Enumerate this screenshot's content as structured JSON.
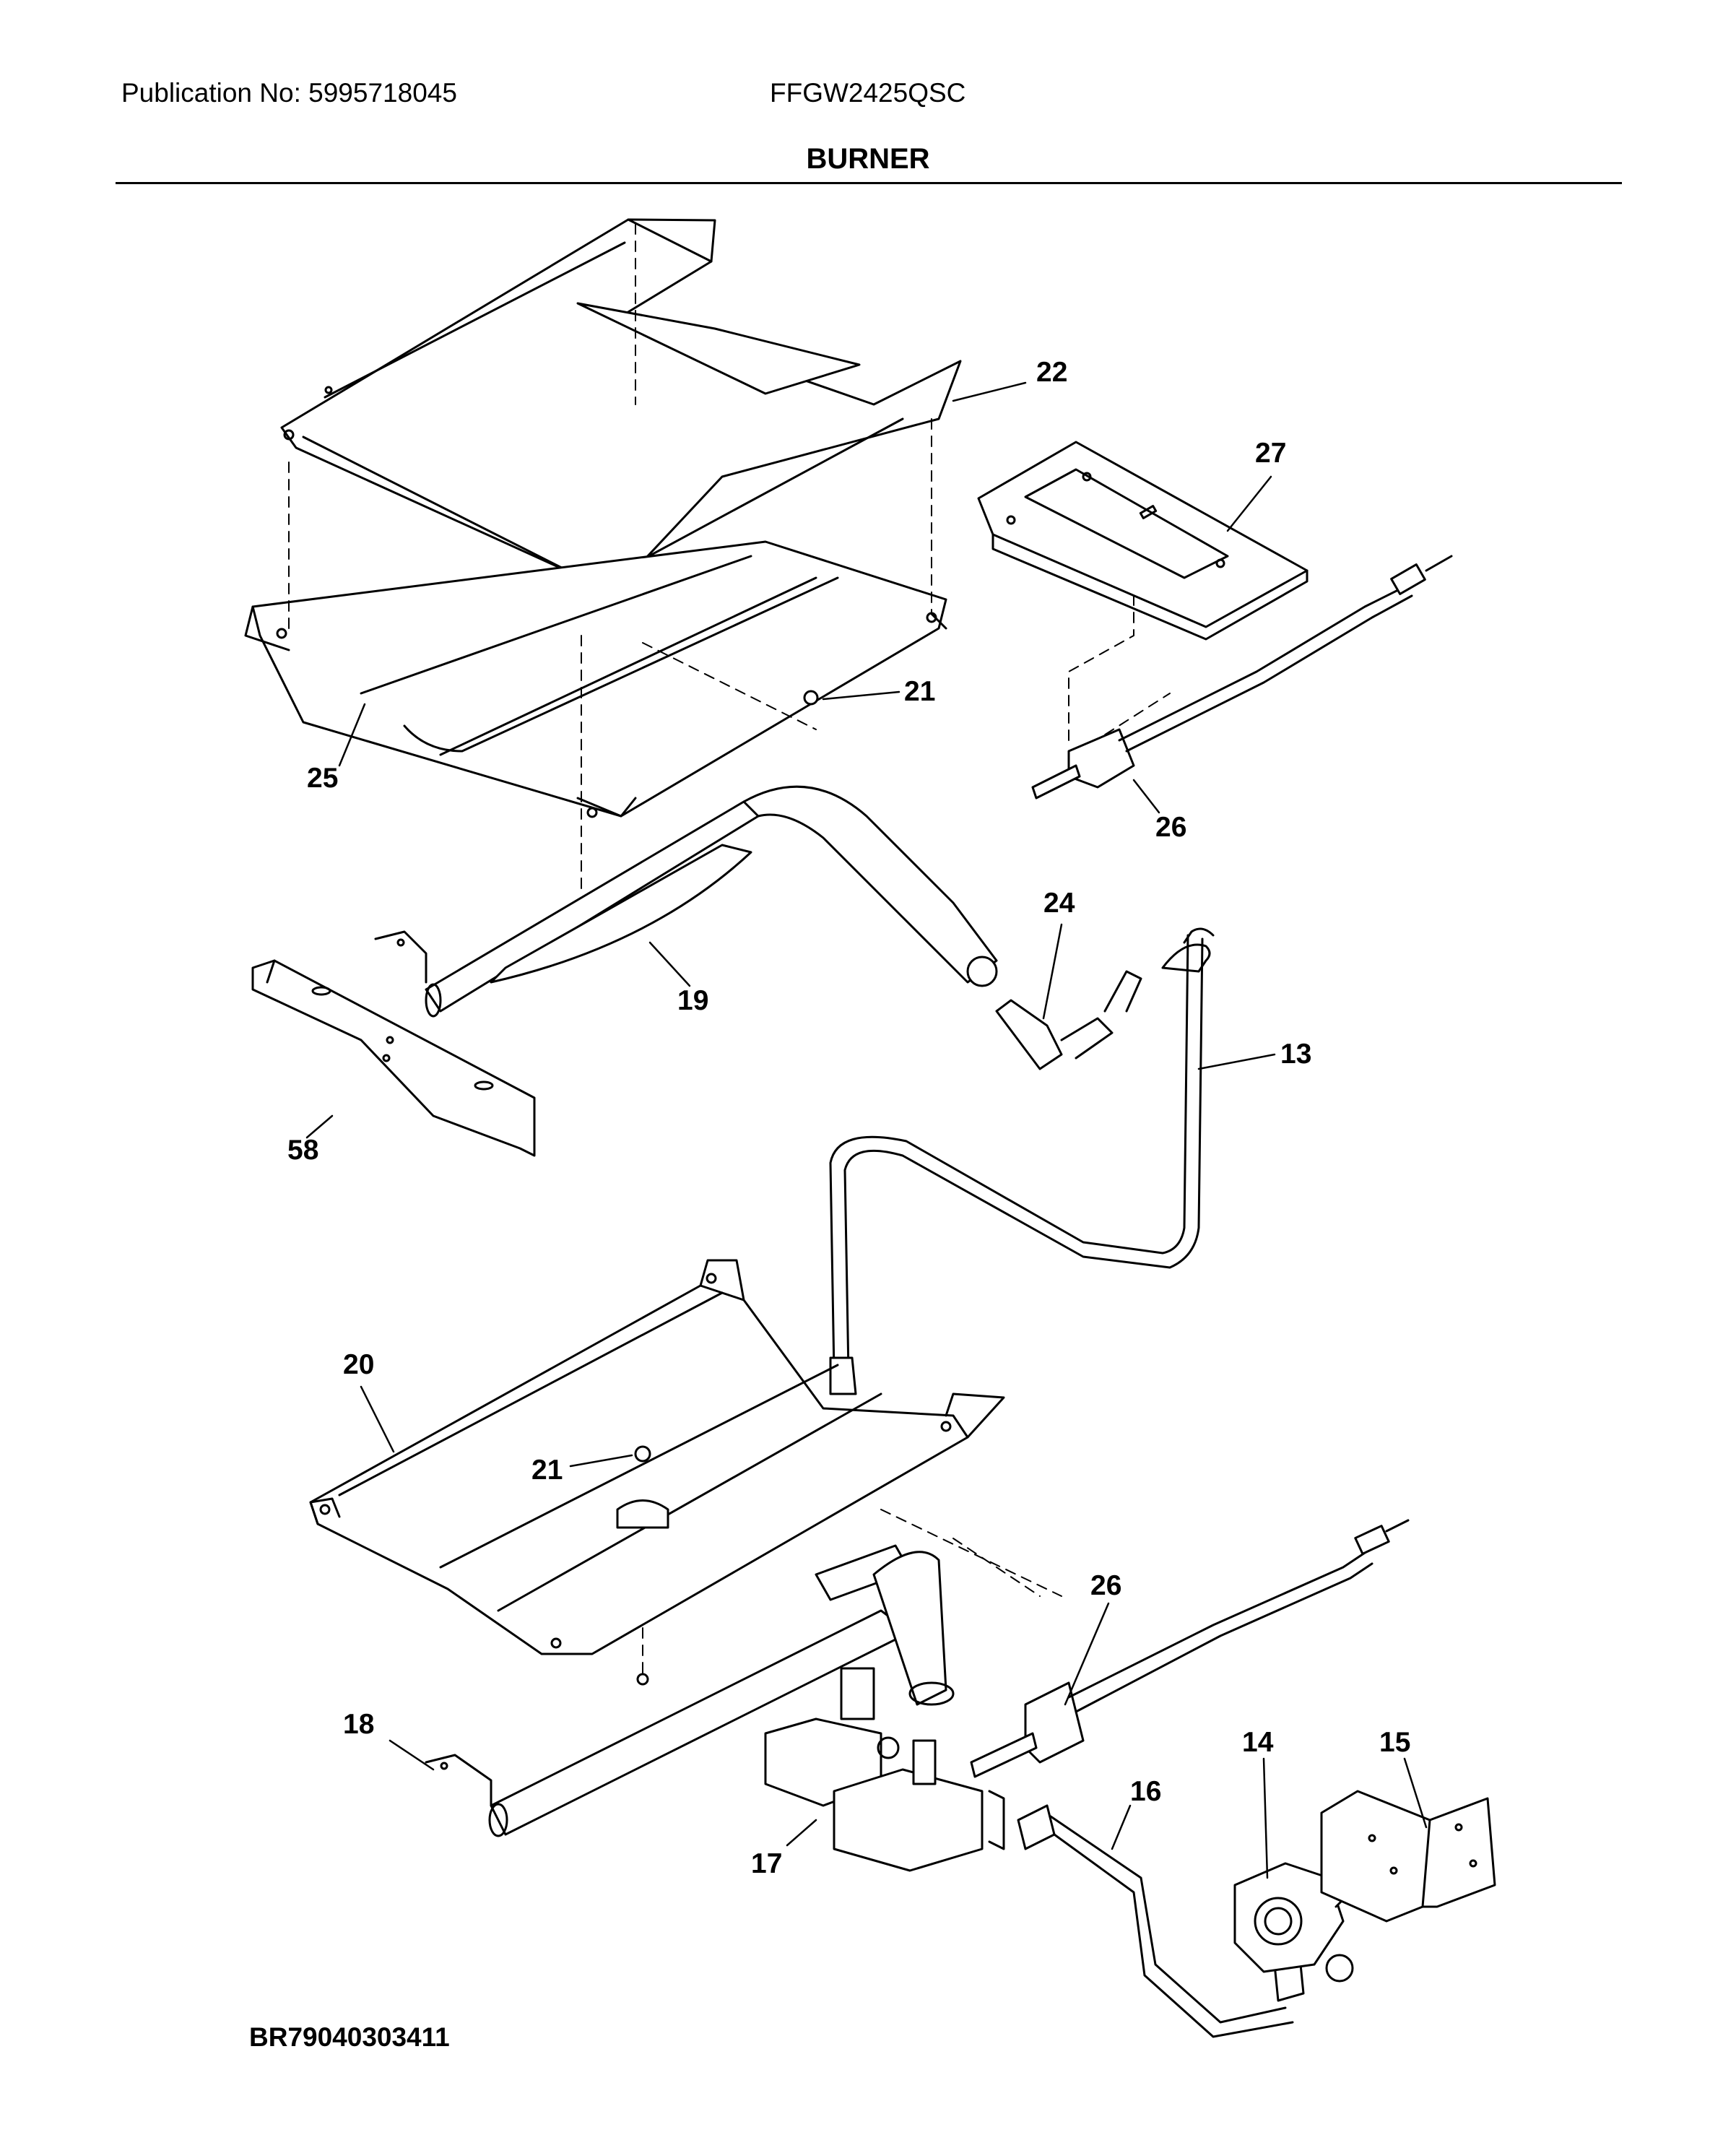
{
  "header": {
    "publication": "Publication No: 5995718045",
    "model": "FFGW2425QSC",
    "title": "BURNER"
  },
  "footer": {
    "code": "BR79040303411"
  },
  "callouts": {
    "c22": "22",
    "c27": "27",
    "c21a": "21",
    "c25": "25",
    "c26a": "26",
    "c24": "24",
    "c19": "19",
    "c13": "13",
    "c58": "58",
    "c20": "20",
    "c21b": "21",
    "c26b": "26",
    "c18": "18",
    "c14": "14",
    "c15": "15",
    "c16": "16",
    "c17": "17"
  }
}
